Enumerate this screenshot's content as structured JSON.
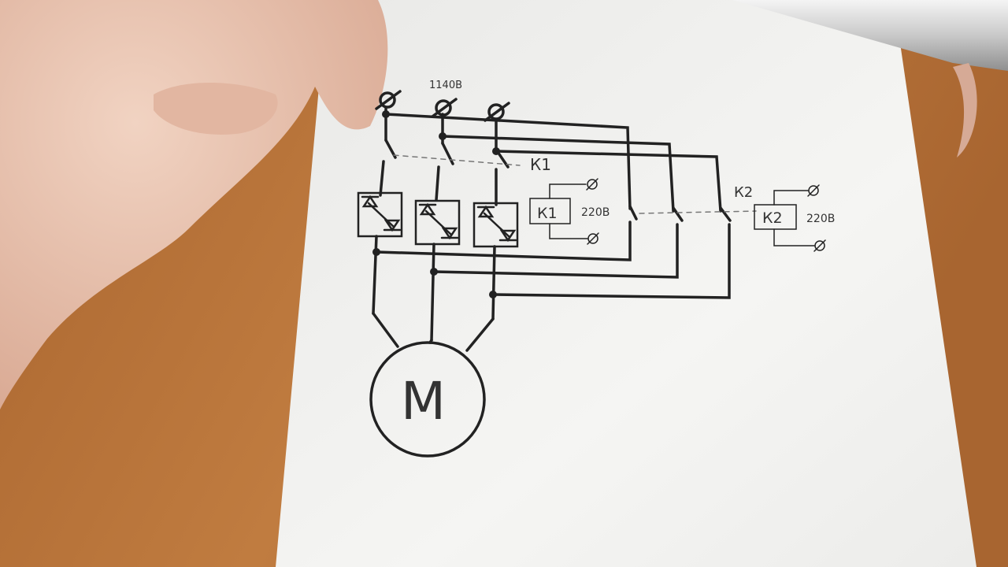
{
  "diagram": {
    "supply_voltage": "1140В",
    "contactor_k1": {
      "label": "К1",
      "coil_label": "К1",
      "coil_voltage": "220В"
    },
    "contactor_k2": {
      "label": "К2",
      "coil_label": "К2",
      "coil_voltage": "220В"
    },
    "motor_label": "M"
  },
  "colors": {
    "table": "#b8733a",
    "paper": "#f3f3f1",
    "ink": "#222222",
    "skin": "#e8c4b0"
  }
}
